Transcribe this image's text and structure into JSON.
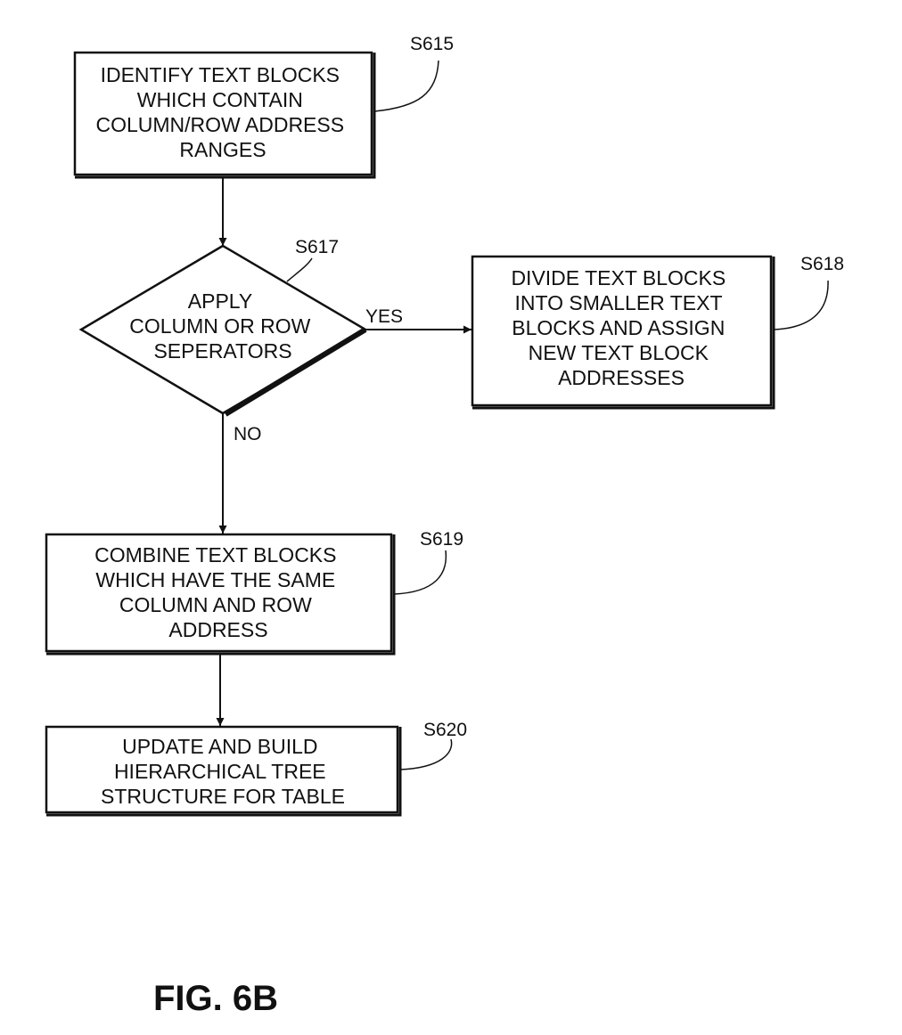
{
  "steps": {
    "s615": {
      "tag": "S615",
      "lines": [
        "IDENTIFY TEXT BLOCKS",
        "WHICH CONTAIN",
        "COLUMN/ROW ADDRESS",
        "RANGES"
      ]
    },
    "s617": {
      "tag": "S617",
      "lines": [
        "APPLY",
        "COLUMN OR ROW",
        "SEPERATORS"
      ]
    },
    "s618": {
      "tag": "S618",
      "lines": [
        "DIVIDE TEXT BLOCKS",
        "INTO SMALLER TEXT",
        "BLOCKS AND ASSIGN",
        "NEW TEXT BLOCK",
        "ADDRESSES"
      ]
    },
    "s619": {
      "tag": "S619",
      "lines": [
        "COMBINE TEXT BLOCKS",
        "WHICH HAVE THE SAME",
        "COLUMN AND ROW",
        "ADDRESS"
      ]
    },
    "s620": {
      "tag": "S620",
      "lines": [
        "UPDATE AND BUILD",
        "HIERARCHICAL TREE",
        "STRUCTURE FOR TABLE"
      ]
    }
  },
  "edges": {
    "yes_label": "YES",
    "no_label": "NO"
  },
  "figure_label": "FIG. 6B"
}
